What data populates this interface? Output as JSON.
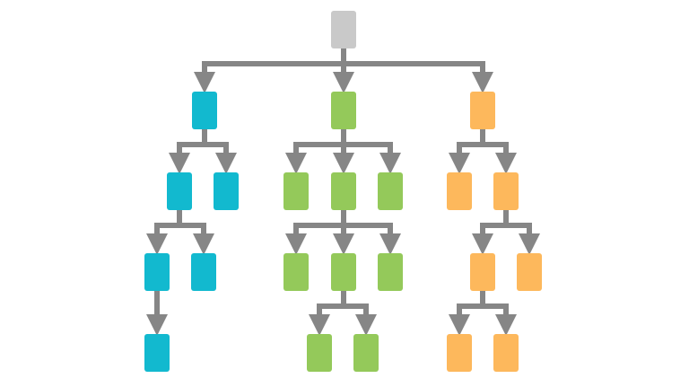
{
  "colors": {
    "root": "#c9c9c9",
    "branch_a": "#12b9cf",
    "branch_b": "#94c95a",
    "branch_c": "#fdb85c",
    "connector": "#868686"
  },
  "tree": {
    "id": "root",
    "group": "root",
    "children": [
      {
        "id": "a",
        "group": "branch_a",
        "children": [
          {
            "id": "a1",
            "group": "branch_a",
            "children": [
              {
                "id": "a1a",
                "group": "branch_a",
                "children": [
                  {
                    "id": "a1a1",
                    "group": "branch_a",
                    "children": []
                  }
                ]
              },
              {
                "id": "a1b",
                "group": "branch_a",
                "children": []
              }
            ]
          },
          {
            "id": "a2",
            "group": "branch_a",
            "children": []
          }
        ]
      },
      {
        "id": "b",
        "group": "branch_b",
        "children": [
          {
            "id": "b1",
            "group": "branch_b",
            "children": []
          },
          {
            "id": "b2",
            "group": "branch_b",
            "children": [
              {
                "id": "b2a",
                "group": "branch_b",
                "children": []
              },
              {
                "id": "b2b",
                "group": "branch_b",
                "children": [
                  {
                    "id": "b2b1",
                    "group": "branch_b",
                    "children": []
                  },
                  {
                    "id": "b2b2",
                    "group": "branch_b",
                    "children": []
                  }
                ]
              },
              {
                "id": "b2c",
                "group": "branch_b",
                "children": []
              }
            ]
          },
          {
            "id": "b3",
            "group": "branch_b",
            "children": []
          }
        ]
      },
      {
        "id": "c",
        "group": "branch_c",
        "children": [
          {
            "id": "c1",
            "group": "branch_c",
            "children": []
          },
          {
            "id": "c2",
            "group": "branch_c",
            "children": [
              {
                "id": "c2a",
                "group": "branch_c",
                "children": [
                  {
                    "id": "c2a1",
                    "group": "branch_c",
                    "children": []
                  },
                  {
                    "id": "c2a2",
                    "group": "branch_c",
                    "children": []
                  }
                ]
              },
              {
                "id": "c2b",
                "group": "branch_c",
                "children": []
              }
            ]
          }
        ]
      }
    ]
  }
}
